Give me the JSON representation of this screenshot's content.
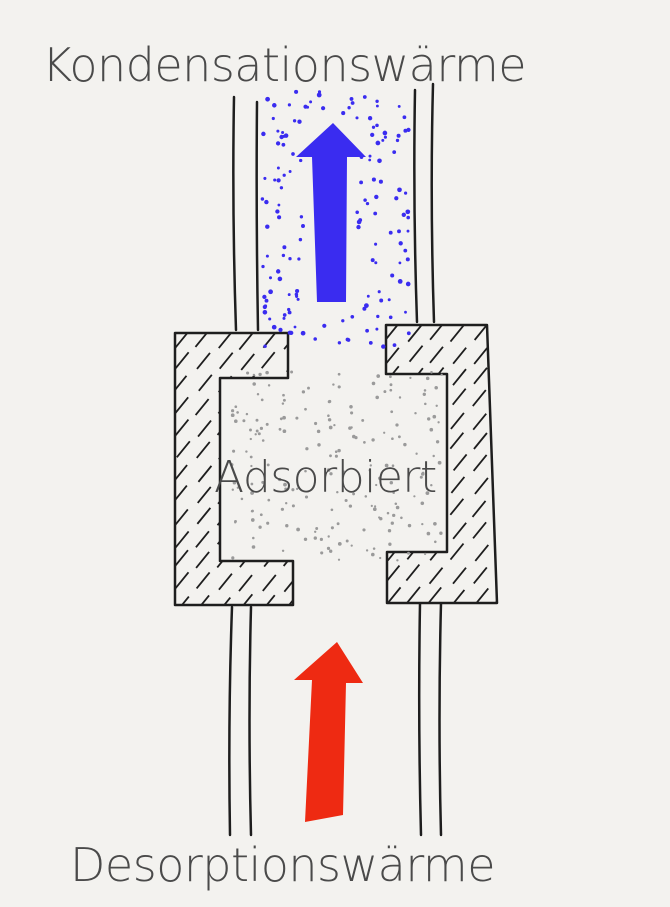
{
  "diagram": {
    "top_label": "Kondensationswärme",
    "middle_label": "Adsorbiert",
    "bottom_label": "Desorptionswärme",
    "colors": {
      "background": "#f3f2ef",
      "line": "#1e1e1e",
      "condensation_arrow": "#3a2cf0",
      "vapor_particles": "#3a2cf0",
      "desorption_arrow": "#ee2a12",
      "adsorbed_particles": "#9a9a9a",
      "text": "#4a4a4a"
    }
  }
}
